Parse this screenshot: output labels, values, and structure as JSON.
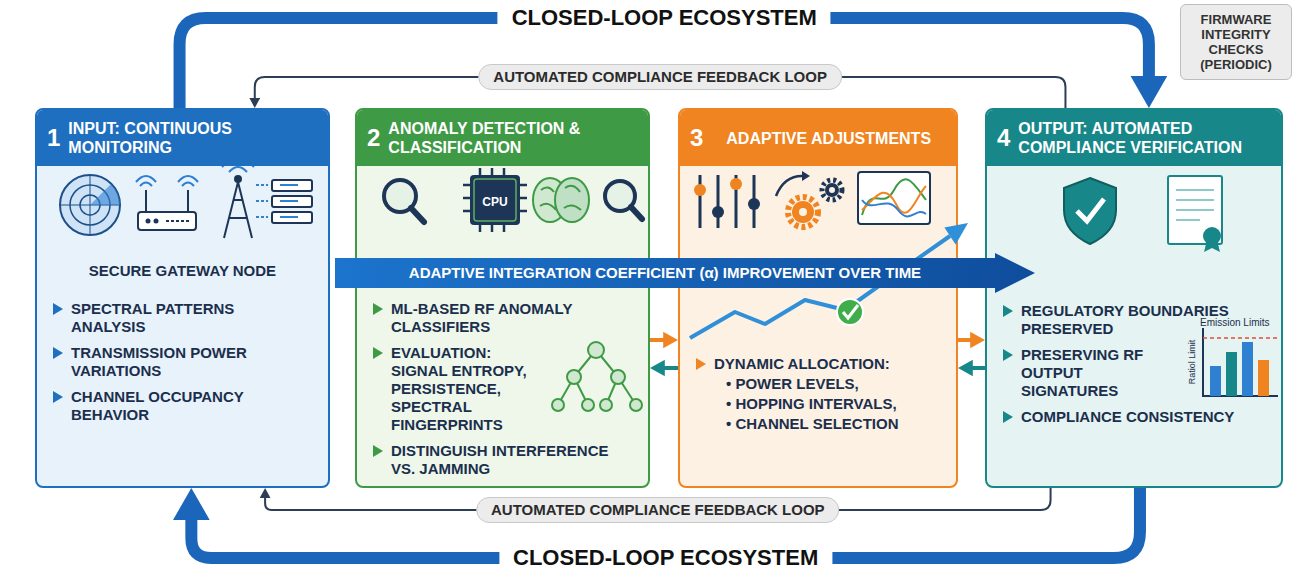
{
  "diagram": {
    "nodes": [
      {
        "text": [
          "1",
          "INPUT: CONTINUOUS MONITORING",
          "SECURE GATEWAY NODE",
          "SPECTRAL PATTERNS ANALYSIS",
          "TRANSMISSION POWER VARIATIONS",
          "CHANNEL OCCUPANCY BEHAVIOR"
        ]
      },
      {
        "text": [
          "2",
          "ANOMALY DETECTION & CLASSIFICATION",
          "CPU",
          "ML-BASED RF ANOMALY CLASSIFIERS",
          "EVALUATION: SIGNAL ENTROPY, PERSISTENCE, SPECTRAL FINGERPRINTS",
          "DISTINGUISH INTERFERENCE VS. JAMMING"
        ]
      },
      {
        "text": [
          "3",
          "ADAPTIVE ADJUSTMENTS",
          "DYNAMIC ALLOCATION:",
          "• POWER LEVELS,",
          "• HOPPING INTERVALS,",
          "• CHANNEL SELECTION"
        ]
      },
      {
        "text": [
          "4",
          "OUTPUT: AUTOMATED COMPLIANCE VERIFICATION",
          "REGULATORY BOUNDARIES PRESERVED",
          "PRESERVING RF OUTPUT SIGNATURES",
          "Emission Limits",
          "Ratiol Limit",
          "COMPLIANCE CONSISTENCY"
        ]
      },
      {
        "text": [
          "ADAPTIVE INTEGRATION COEFFICIENT (α) IMPROVEMENT OVER TIME"
        ]
      },
      {
        "text": [
          "FIRMWARE INTEGRITY CHECKS (PERIODIC)"
        ]
      }
    ],
    "edges": [
      {
        "from": 0,
        "to": 3,
        "arrow": "to",
        "label": "CLOSED-LOOP ECOSYSTEM"
      },
      {
        "from": 3,
        "to": 0,
        "arrow": "to",
        "label": "AUTOMATED COMPLIANCE FEEDBACK LOOP"
      },
      {
        "from": 1,
        "to": 2,
        "arrow": "to"
      },
      {
        "from": 2,
        "to": 1,
        "arrow": "to"
      },
      {
        "from": 2,
        "to": 3,
        "arrow": "to"
      },
      {
        "from": 3,
        "to": 2,
        "arrow": "to"
      },
      {
        "from": 3,
        "to": 0,
        "arrow": "to",
        "label": "AUTOMATED COMPLIANCE FEEDBACK LOOP"
      },
      {
        "from": 3,
        "to": 0,
        "arrow": "to",
        "label": "CLOSED-LOOP ECOSYSTEM"
      }
    ]
  }
}
